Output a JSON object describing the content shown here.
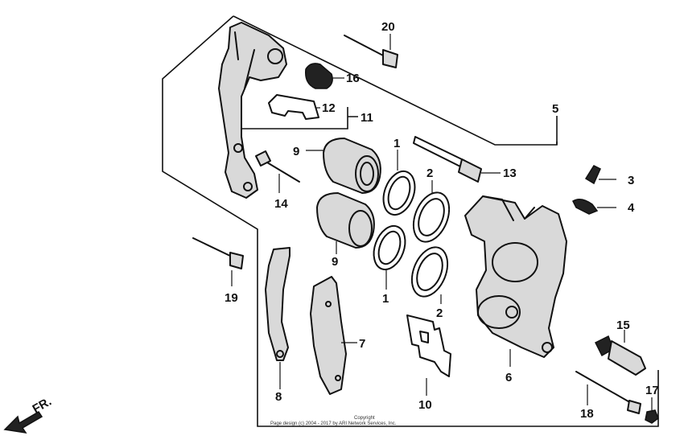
{
  "diagram": {
    "callouts": [
      "1",
      "1",
      "2",
      "2",
      "3",
      "4",
      "5",
      "6",
      "7",
      "8",
      "9",
      "9",
      "10",
      "11",
      "12",
      "13",
      "14",
      "15",
      "16",
      "17",
      "18",
      "19",
      "20"
    ],
    "direction_label": "FR.",
    "copyright_line1": "Copyright",
    "copyright_line2": "Page design (c) 2004 - 2017 by ARI Network Services, Inc."
  }
}
